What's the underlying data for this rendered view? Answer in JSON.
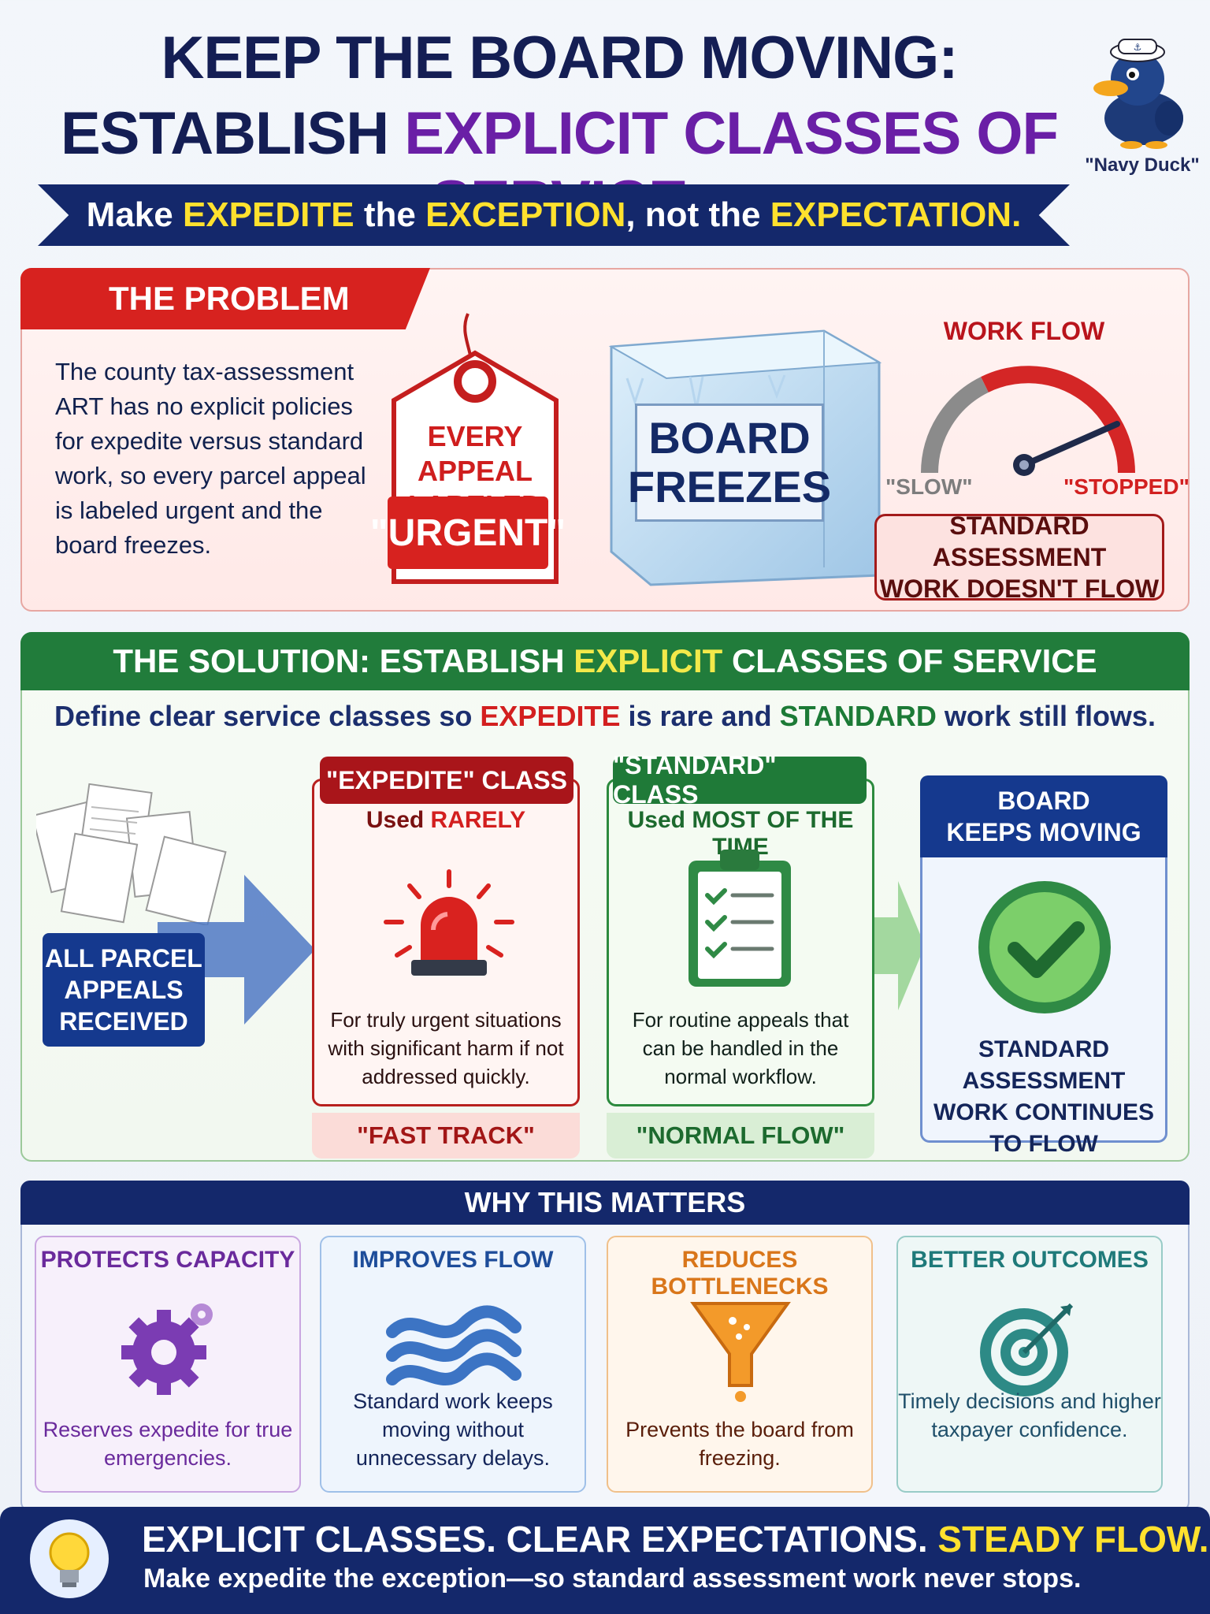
{
  "header": {
    "title_line1": "KEEP THE BOARD MOVING:",
    "title_line2_a": "ESTABLISH ",
    "title_line2_b": "EXPLICIT CLASSES OF SERVICE",
    "mascot_caption": "\"Navy Duck\"",
    "banner": {
      "p1": "Make ",
      "k1": "EXPEDITE",
      "p2": " the ",
      "k2": "EXCEPTION",
      "p3": ", not the ",
      "k3": "EXPECTATION",
      "p4": "."
    }
  },
  "problem": {
    "tab_label": "THE PROBLEM",
    "description": "The county tax-assessment ART has no explicit policies for expedite versus standard work, so every parcel appeal is labeled urgent and the board freezes.",
    "tag_text_1": "EVERY APPEAL",
    "tag_text_2": "LABELED",
    "tag_urgent": "\"URGENT\"",
    "ice_line1": "BOARD",
    "ice_line2": "FREEZES",
    "gauge_title": "WORK FLOW",
    "gauge_slow": "\"SLOW\"",
    "gauge_stopped": "\"STOPPED\"",
    "flow_box_line1": "STANDARD ASSESSMENT",
    "flow_box_line2": "WORK DOESN'T FLOW"
  },
  "solution": {
    "head_a": "THE SOLUTION: ESTABLISH ",
    "head_b": "EXPLICIT",
    "head_c": " CLASSES OF SERVICE",
    "sub_a": "Define clear service classes so ",
    "sub_b": "EXPEDITE",
    "sub_c": " is rare and ",
    "sub_d": "STANDARD",
    "sub_e": " work still flows.",
    "appeals_line1": "ALL PARCEL",
    "appeals_line2": "APPEALS",
    "appeals_line3": "RECEIVED",
    "expedite": {
      "head": "\"EXPEDITE\" CLASS",
      "used_a": "Used ",
      "used_b": "RARELY",
      "desc": "For truly urgent situations with significant harm if not addressed quickly.",
      "foot": "\"FAST TRACK\""
    },
    "standard": {
      "head": "\"STANDARD\" CLASS",
      "used_a": "Used ",
      "used_b": "MOST OF THE TIME",
      "desc": "For routine appeals that can be handled in the normal workflow.",
      "foot": "\"NORMAL FLOW\""
    },
    "keep": {
      "head_line1": "BOARD",
      "head_line2": "KEEPS MOVING",
      "desc_line1": "STANDARD ASSESSMENT",
      "desc_line2": "WORK CONTINUES",
      "desc_line3": "TO FLOW"
    }
  },
  "why": {
    "head": "WHY THIS MATTERS",
    "cards": [
      {
        "title": "PROTECTS CAPACITY",
        "desc": "Reserves expedite for true emergencies.",
        "icon": "gear-icon",
        "color": "#6a2a9c"
      },
      {
        "title": "IMPROVES FLOW",
        "desc": "Standard work keeps moving without unnecessary delays.",
        "icon": "waves-icon",
        "color": "#1e4d9a"
      },
      {
        "title": "REDUCES BOTTLENECKS",
        "desc": "Prevents the board from freezing.",
        "icon": "funnel-icon",
        "color": "#d9761a"
      },
      {
        "title": "BETTER OUTCOMES",
        "desc": "Timely decisions and higher taxpayer confidence.",
        "icon": "target-icon",
        "color": "#1f7a7a"
      }
    ]
  },
  "footer": {
    "line1_a": "EXPLICIT CLASSES. CLEAR EXPECTATIONS. ",
    "line1_b": "STEADY FLOW.",
    "line2": "Make expedite the exception—so standard assessment work never stops."
  }
}
